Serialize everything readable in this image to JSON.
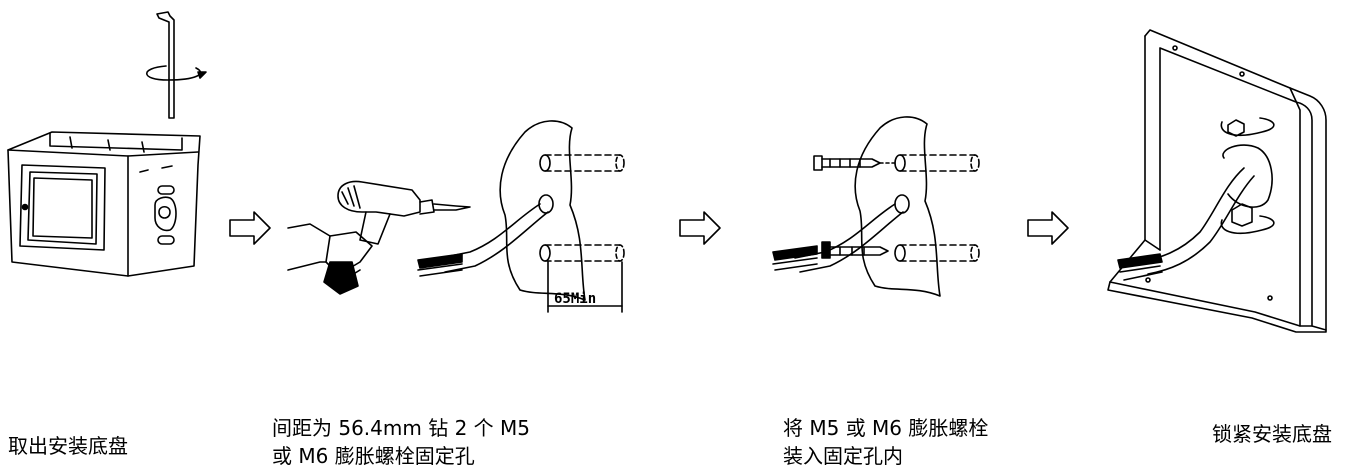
{
  "steps": [
    {
      "caption_line1": "取出安装底盘",
      "caption_line2": ""
    },
    {
      "caption_line1": "间距为 56.4mm 钻 2 个 M5",
      "caption_line2": "或 M6 膨胀螺栓固定孔"
    },
    {
      "caption_line1": "将 M5 或 M6 膨胀螺栓",
      "caption_line2": "装入固定孔内"
    },
    {
      "caption_line1": "锁紧安装底盘",
      "caption_line2": ""
    }
  ],
  "dimension_label": "65Min",
  "colors": {
    "line": "#000000",
    "background": "#ffffff"
  },
  "icons": [
    "hex-key-icon",
    "rotation-arrow-icon",
    "mounting-box-icon",
    "right-arrow-icon",
    "power-drill-icon",
    "hand-icon",
    "wall-cable-icon",
    "expansion-bolt-icon",
    "mounting-bracket-icon"
  ]
}
